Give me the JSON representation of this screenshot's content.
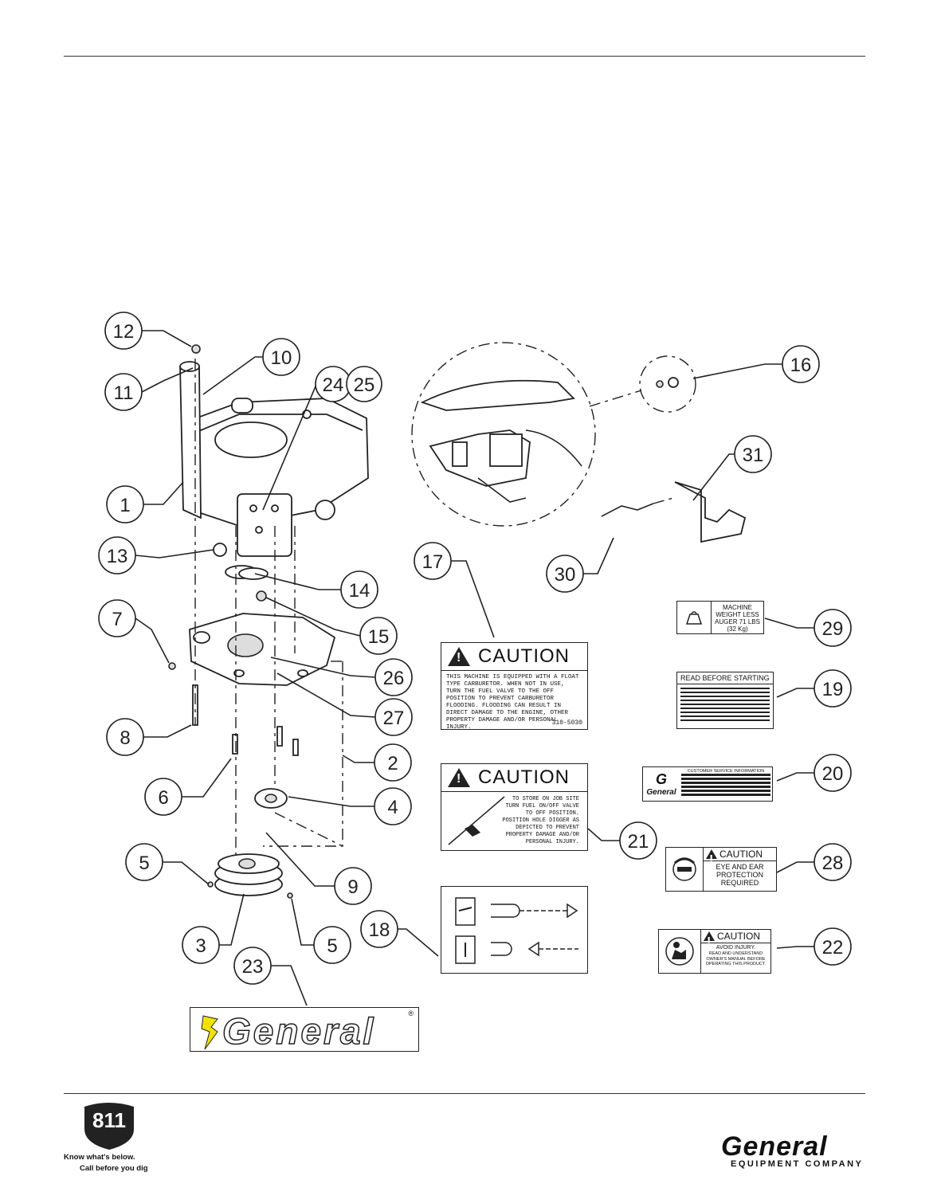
{
  "callouts": [
    {
      "n": "1"
    },
    {
      "n": "2"
    },
    {
      "n": "3"
    },
    {
      "n": "4"
    },
    {
      "n": "5"
    },
    {
      "n": "5"
    },
    {
      "n": "6"
    },
    {
      "n": "7"
    },
    {
      "n": "8"
    },
    {
      "n": "9"
    },
    {
      "n": "10"
    },
    {
      "n": "11"
    },
    {
      "n": "12"
    },
    {
      "n": "13"
    },
    {
      "n": "14"
    },
    {
      "n": "15"
    },
    {
      "n": "16"
    },
    {
      "n": "17"
    },
    {
      "n": "18"
    },
    {
      "n": "19"
    },
    {
      "n": "20"
    },
    {
      "n": "21"
    },
    {
      "n": "22"
    },
    {
      "n": "23"
    },
    {
      "n": "24"
    },
    {
      "n": "25"
    },
    {
      "n": "26"
    },
    {
      "n": "27"
    },
    {
      "n": "28"
    },
    {
      "n": "29"
    },
    {
      "n": "30"
    },
    {
      "n": "31"
    }
  ],
  "decal17": {
    "heading": "CAUTION",
    "body": "THIS MACHINE IS EQUIPPED WITH A FLOAT TYPE CARBURETOR. WHEN NOT IN USE, TURN THE FUEL VALVE TO THE OFF POSITION TO PREVENT CARBURETOR FLOODING. FLOODING CAN RESULT IN DIRECT DAMAGE TO THE ENGINE, OTHER PROPERTY DAMAGE AND/OR PERSONAL INJURY.",
    "partno": "310-5030"
  },
  "decal21": {
    "heading": "CAUTION",
    "body": "TO STORE ON JOB SITE TURN FUEL ON/OFF VALVE TO OFF POSITION. POSITION HOLE DIGGER AS DEPICTED TO PREVENT PROPERTY DAMAGE AND/OR PERSONAL INJURY."
  },
  "decal29": {
    "text": "MACHINE WEIGHT LESS AUGER 71 LBS (32 Kg)"
  },
  "decal19": {
    "heading": "READ BEFORE STARTING"
  },
  "decal20": {
    "heading": "CUSTOMER SERVICE INFORMATION",
    "brand": "General"
  },
  "decal28": {
    "heading": "CAUTION",
    "body": "EYE AND EAR PROTECTION REQUIRED"
  },
  "decal22": {
    "heading": "CAUTION",
    "line1": "AVOID INJURY.",
    "line2": "READ AND UNDERSTAND OWNER'S MANUAL BEFORE OPERATING THIS PRODUCT."
  },
  "decal23": {
    "brand": "General"
  },
  "footer": {
    "logo_811": "811",
    "know": "Know what's below.",
    "call": "Call before you dig",
    "brand": "General",
    "brand_sub": "EQUIPMENT COMPANY"
  },
  "colors": {
    "line": "#222222",
    "decal_yellow": "#f2e200"
  }
}
